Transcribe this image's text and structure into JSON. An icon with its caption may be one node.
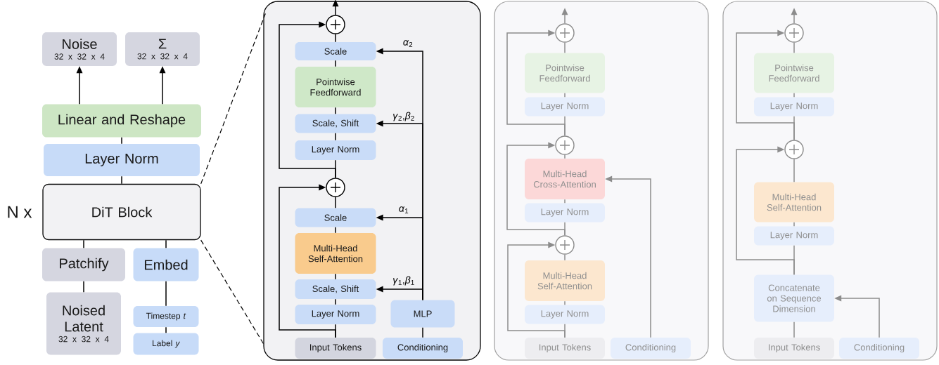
{
  "diagram": {
    "nodes": [
      {
        "text": [
          "Noise",
          "32 x 32 x 4"
        ]
      },
      {
        "text": [
          "Σ",
          "32 x 32 x 4"
        ]
      },
      {
        "text": [
          "Linear and Reshape"
        ]
      },
      {
        "text": [
          "Layer Norm"
        ]
      },
      {
        "text": [
          "DiT Block"
        ],
        "beside": [
          "N x"
        ]
      },
      {
        "text": [
          "Patchify"
        ]
      },
      {
        "text": [
          "Embed"
        ]
      },
      {
        "text": [
          "Noised Latent",
          "32 x 32 x 4"
        ]
      },
      {
        "text": [
          "Timestep *t*"
        ]
      },
      {
        "text": [
          "Label *y*"
        ]
      },
      {
        "text": [],
        "shape": "box"
      },
      {
        "text": [],
        "shape": "circle",
        "in": 10
      },
      {
        "text": [
          "Scale"
        ],
        "in": 10
      },
      {
        "text": [
          "Pointwise Feedforward"
        ],
        "in": 10
      },
      {
        "text": [
          "Scale, Shift"
        ],
        "in": 10
      },
      {
        "text": [
          "Layer Norm"
        ],
        "in": 10
      },
      {
        "text": [],
        "shape": "circle",
        "in": 10
      },
      {
        "text": [
          "Scale"
        ],
        "in": 10
      },
      {
        "text": [
          "Multi-Head Self-Attention"
        ],
        "in": 10
      },
      {
        "text": [
          "Scale, Shift"
        ],
        "in": 10
      },
      {
        "text": [
          "Layer Norm"
        ],
        "in": 10
      },
      {
        "text": [
          "MLP"
        ],
        "in": 10
      },
      {
        "text": [
          "Input Tokens"
        ],
        "in": 10
      },
      {
        "text": [
          "Conditioning"
        ],
        "in": 10
      },
      {
        "text": [],
        "shape": "box"
      },
      {
        "text": [],
        "shape": "circle",
        "in": 24
      },
      {
        "text": [
          "Pointwise Feedforward"
        ],
        "in": 24
      },
      {
        "text": [
          "Layer Norm"
        ],
        "in": 24
      },
      {
        "text": [],
        "shape": "circle",
        "in": 24
      },
      {
        "text": [
          "Multi-Head Cross-Attention"
        ],
        "in": 24
      },
      {
        "text": [
          "Layer Norm"
        ],
        "in": 24
      },
      {
        "text": [],
        "shape": "circle",
        "in": 24
      },
      {
        "text": [
          "Multi-Head Self-Attention"
        ],
        "in": 24
      },
      {
        "text": [
          "Layer Norm"
        ],
        "in": 24
      },
      {
        "text": [
          "Input Tokens"
        ],
        "in": 24
      },
      {
        "text": [
          "Conditioning"
        ],
        "in": 24
      },
      {
        "text": [],
        "shape": "box"
      },
      {
        "text": [],
        "shape": "circle",
        "in": 36
      },
      {
        "text": [
          "Pointwise Feedforward"
        ],
        "in": 36
      },
      {
        "text": [
          "Layer Norm"
        ],
        "in": 36
      },
      {
        "text": [],
        "shape": "circle",
        "in": 36
      },
      {
        "text": [
          "Multi-Head Self-Attention"
        ],
        "in": 36
      },
      {
        "text": [
          "Layer Norm"
        ],
        "in": 36
      },
      {
        "text": [
          "Concatenate on Sequence Dimension"
        ],
        "in": 36
      },
      {
        "text": [
          "Input Tokens"
        ],
        "in": 36
      },
      {
        "text": [
          "Conditioning"
        ],
        "in": 36
      }
    ],
    "edges": [
      {
        "from": 2,
        "to": 0,
        "arrow": "to"
      },
      {
        "from": 2,
        "to": 1,
        "arrow": "to"
      },
      {
        "from": 3,
        "to": 2,
        "arrow": "none"
      },
      {
        "from": 4,
        "to": 3,
        "arrow": "none"
      },
      {
        "from": 5,
        "to": 4,
        "arrow": "none"
      },
      {
        "from": 6,
        "to": 4,
        "arrow": "none"
      },
      {
        "from": 7,
        "to": 5,
        "arrow": "none"
      },
      {
        "from": 8,
        "to": 6,
        "arrow": "none"
      },
      {
        "from": 9,
        "to": 8,
        "arrow": "none"
      },
      {
        "from": 4,
        "to": 10,
        "arrow": "none",
        "style": "dashed"
      },
      {
        "from": 4,
        "to": 10,
        "arrow": "none",
        "style": "dashed"
      },
      {
        "from": 11,
        "to": null,
        "arrow": "to"
      },
      {
        "from": 12,
        "to": 11,
        "arrow": "none"
      },
      {
        "from": 13,
        "to": 12,
        "arrow": "none"
      },
      {
        "from": 14,
        "to": 13,
        "arrow": "none"
      },
      {
        "from": 15,
        "to": 14,
        "arrow": "none"
      },
      {
        "from": 16,
        "to": 15,
        "arrow": "none"
      },
      {
        "from": 16,
        "to": 11,
        "arrow": "to"
      },
      {
        "from": 17,
        "to": 16,
        "arrow": "none"
      },
      {
        "from": 18,
        "to": 17,
        "arrow": "none"
      },
      {
        "from": 19,
        "to": 18,
        "arrow": "none"
      },
      {
        "from": 20,
        "to": 19,
        "arrow": "none"
      },
      {
        "from": 22,
        "to": 20,
        "arrow": "none"
      },
      {
        "from": 22,
        "to": 16,
        "arrow": "to"
      },
      {
        "from": 23,
        "to": 21,
        "arrow": "none"
      },
      {
        "from": 21,
        "to": 12,
        "arrow": "to",
        "label": "*α*$_{2}$"
      },
      {
        "from": 21,
        "to": 14,
        "arrow": "to",
        "label": "*γ*$_{2}$,*β*$_{2}$"
      },
      {
        "from": 21,
        "to": 17,
        "arrow": "to",
        "label": "*α*$_{1}$"
      },
      {
        "from": 21,
        "to": 19,
        "arrow": "to",
        "label": "*γ*$_{1}$,*β*$_{1}$"
      },
      {
        "from": 25,
        "to": null,
        "arrow": "to",
        "color": "#8c8c8c"
      },
      {
        "from": 26,
        "to": 25,
        "arrow": "none",
        "color": "#8c8c8c"
      },
      {
        "from": 27,
        "to": 26,
        "arrow": "none",
        "color": "#8c8c8c"
      },
      {
        "from": 28,
        "to": 27,
        "arrow": "none",
        "color": "#8c8c8c"
      },
      {
        "from": 28,
        "to": 25,
        "arrow": "to",
        "color": "#8c8c8c"
      },
      {
        "from": 29,
        "to": 28,
        "arrow": "none",
        "color": "#8c8c8c"
      },
      {
        "from": 30,
        "to": 29,
        "arrow": "none",
        "color": "#8c8c8c"
      },
      {
        "from": 31,
        "to": 30,
        "arrow": "none",
        "color": "#8c8c8c"
      },
      {
        "from": 31,
        "to": 28,
        "arrow": "to",
        "color": "#8c8c8c"
      },
      {
        "from": 32,
        "to": 31,
        "arrow": "none",
        "color": "#8c8c8c"
      },
      {
        "from": 33,
        "to": 32,
        "arrow": "none",
        "color": "#8c8c8c"
      },
      {
        "from": 34,
        "to": 33,
        "arrow": "none",
        "color": "#8c8c8c"
      },
      {
        "from": 34,
        "to": 31,
        "arrow": "to",
        "color": "#8c8c8c"
      },
      {
        "from": 35,
        "to": 29,
        "arrow": "to",
        "color": "#8c8c8c"
      },
      {
        "from": 37,
        "to": null,
        "arrow": "to",
        "color": "#8c8c8c"
      },
      {
        "from": 38,
        "to": 37,
        "arrow": "none",
        "color": "#8c8c8c"
      },
      {
        "from": 39,
        "to": 38,
        "arrow": "none",
        "color": "#8c8c8c"
      },
      {
        "from": 40,
        "to": 39,
        "arrow": "none",
        "color": "#8c8c8c"
      },
      {
        "from": 40,
        "to": 37,
        "arrow": "to",
        "color": "#8c8c8c"
      },
      {
        "from": 41,
        "to": 40,
        "arrow": "none",
        "color": "#8c8c8c"
      },
      {
        "from": 42,
        "to": 41,
        "arrow": "none",
        "color": "#8c8c8c"
      },
      {
        "from": 43,
        "to": 42,
        "arrow": "none",
        "color": "#8c8c8c"
      },
      {
        "from": 43,
        "to": 40,
        "arrow": "to",
        "color": "#8c8c8c"
      },
      {
        "from": 44,
        "to": 43,
        "arrow": "none",
        "color": "#8c8c8c"
      },
      {
        "from": 45,
        "to": 43,
        "arrow": "to",
        "color": "#8c8c8c"
      }
    ]
  }
}
